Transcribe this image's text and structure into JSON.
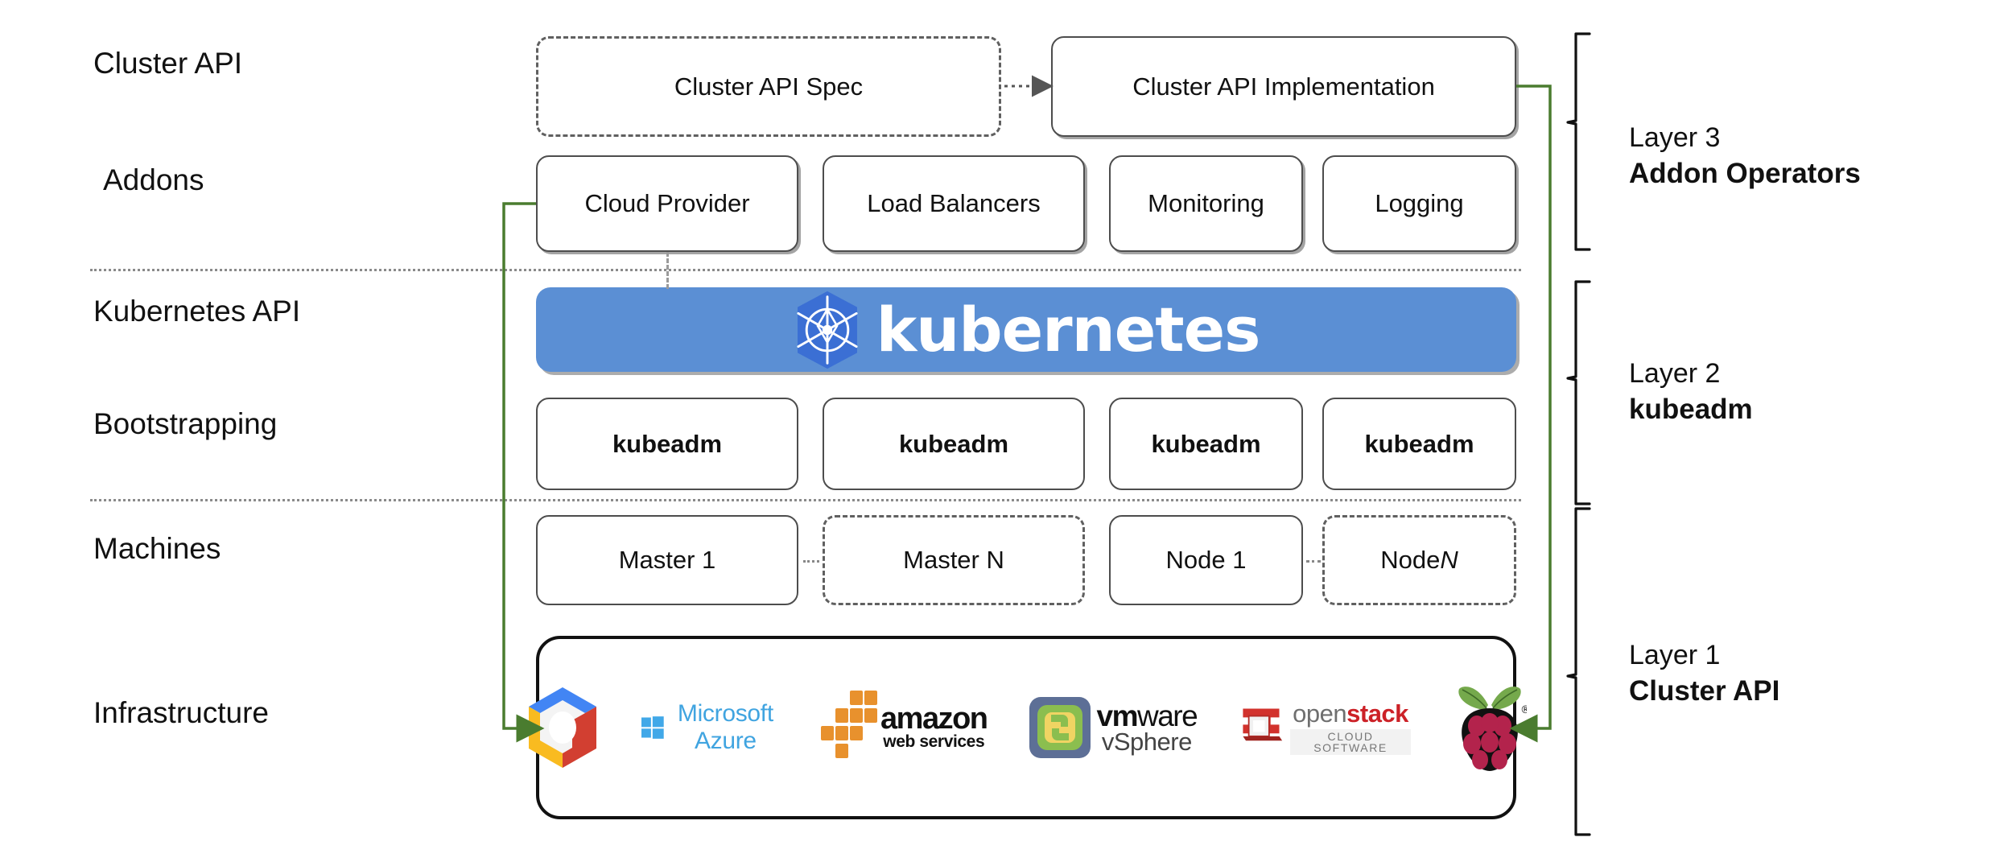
{
  "diagram": {
    "title": "Kubernetes Cluster API layered architecture",
    "row_labels": [
      {
        "id": "cluster-api",
        "text": "Cluster API"
      },
      {
        "id": "addons",
        "text": "Addons"
      },
      {
        "id": "kubernetes-api",
        "text": "Kubernetes API"
      },
      {
        "id": "bootstrapping",
        "text": "Bootstrapping"
      },
      {
        "id": "machines",
        "text": "Machines"
      },
      {
        "id": "infrastructure",
        "text": "Infrastructure"
      }
    ],
    "cluster_api_row": [
      {
        "id": "cluster-api-spec",
        "label": "Cluster API Spec",
        "style": "dashed"
      },
      {
        "id": "cluster-api-implementation",
        "label": "Cluster API Implementation",
        "style": "solid"
      }
    ],
    "addons_row": [
      {
        "id": "cloud-provider",
        "label": "Cloud Provider"
      },
      {
        "id": "load-balancers",
        "label": "Load Balancers"
      },
      {
        "id": "monitoring",
        "label": "Monitoring"
      },
      {
        "id": "logging",
        "label": "Logging"
      }
    ],
    "kubernetes_banner": {
      "wordmark": "kubernetes",
      "icon": "kubernetes-helm-wheel-icon",
      "background_color": "#5b8fd4",
      "logo_color": "#3b6fd4",
      "text_color": "#ffffff"
    },
    "bootstrapping_row": [
      {
        "id": "kubeadm-1",
        "label": "kubeadm"
      },
      {
        "id": "kubeadm-2",
        "label": "kubeadm"
      },
      {
        "id": "kubeadm-3",
        "label": "kubeadm"
      },
      {
        "id": "kubeadm-4",
        "label": "kubeadm"
      }
    ],
    "machines_row": [
      {
        "id": "master-1",
        "label": "Master 1",
        "label_suffix": "",
        "style": "solid"
      },
      {
        "id": "master-n",
        "label": "Master N",
        "label_suffix": "",
        "style": "dashed"
      },
      {
        "id": "node-1",
        "label": "Node 1",
        "label_suffix": "",
        "style": "solid"
      },
      {
        "id": "node-n",
        "label": "Node ",
        "label_suffix": "N",
        "style": "dashed"
      }
    ],
    "infrastructure_providers": [
      {
        "id": "google-cloud-platform",
        "label": ""
      },
      {
        "id": "microsoft-azure",
        "label": "Microsoft Azure"
      },
      {
        "id": "amazon-web-services",
        "label": "amazon",
        "label2": "web services"
      },
      {
        "id": "vmware-vsphere",
        "label": "vm",
        "label2": "ware",
        "label3": "vSphere"
      },
      {
        "id": "openstack",
        "label": "open",
        "label2": "stack",
        "label3": "CLOUD SOFTWARE"
      },
      {
        "id": "raspberry-pi",
        "label": ""
      }
    ],
    "layer_brackets": [
      {
        "id": "layer-3",
        "title": "Layer 3",
        "name": "Addon Operators"
      },
      {
        "id": "layer-2",
        "title": "Layer 2",
        "name": "kubeadm"
      },
      {
        "id": "layer-1",
        "title": "Layer 1",
        "name": "Cluster API"
      }
    ],
    "connectors": {
      "spec_to_implementation": "dotted-arrow-right",
      "cloud_provider_to_kubernetes": "dashed-vertical",
      "cloud_provider_to_infrastructure": "green-elbow-arrow-down",
      "implementation_to_infrastructure": "green-elbow-arrow-left",
      "green_color": "#4a7c2f",
      "arrow_color": "#555555"
    }
  }
}
